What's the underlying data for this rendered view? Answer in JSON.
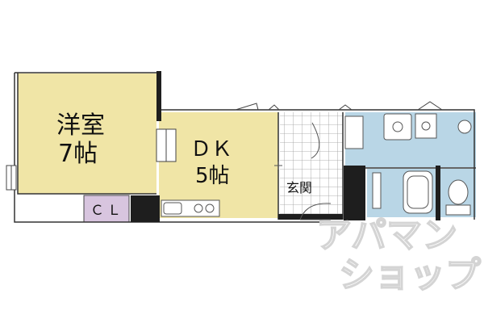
{
  "rooms": {
    "western_room": {
      "name": "洋室",
      "size": "7帖",
      "color": "#f0e5a6"
    },
    "dk": {
      "name": "ＤＫ",
      "size": "5帖",
      "color": "#f0e5a6"
    },
    "entrance": {
      "name": "玄関"
    },
    "closet": {
      "name": "ＣＬ",
      "color": "#d8c5df"
    },
    "wet_area_color": "#b9d6e6"
  },
  "watermark": {
    "line1": "アパマン",
    "line2": "ショップ"
  }
}
